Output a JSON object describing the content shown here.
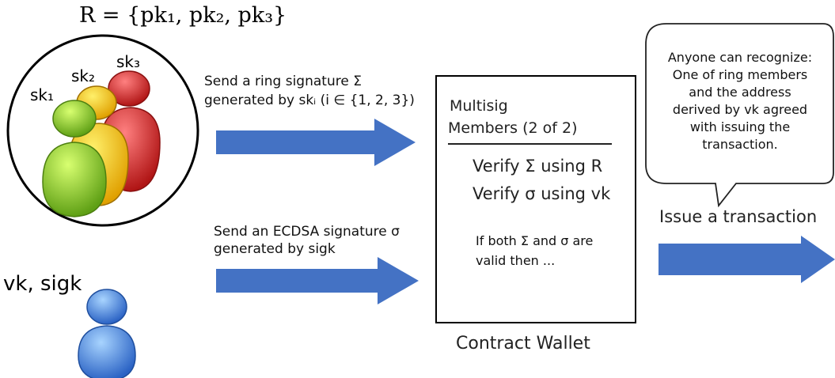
{
  "ring_set": {
    "label": "R = {pk₁, pk₂, pk₃}"
  },
  "ring_members": [
    {
      "key": "sk₁",
      "color": "#8cc63f"
    },
    {
      "key": "sk₂",
      "color": "#f2b705"
    },
    {
      "key": "sk₃",
      "color": "#d62b2b"
    }
  ],
  "single_user": {
    "keys": "vk, sigk",
    "color": "#3a78d8"
  },
  "arrows": {
    "color": "#4472c4"
  },
  "ring_message": {
    "line1": "Send a ring signature Σ",
    "line2": "generated by skᵢ (i ∈ {1, 2, 3})"
  },
  "ecdsa_message": {
    "line1": "Send an ECDSA signature σ",
    "line2": "generated by sigk"
  },
  "wallet": {
    "header_line1": "Multisig",
    "header_line2": "Members (2 of 2)",
    "verify1": "Verify Σ using R",
    "verify2": "Verify σ using vk",
    "condition_line1": "If both Σ and σ are",
    "condition_line2": "valid then ...",
    "caption": "Contract Wallet"
  },
  "bubble": {
    "lines": [
      "Anyone can recognize:",
      "One of ring members",
      "and the address",
      "derived by vk agreed",
      "with issuing the",
      "transaction."
    ]
  },
  "issue_label": "Issue a transaction"
}
